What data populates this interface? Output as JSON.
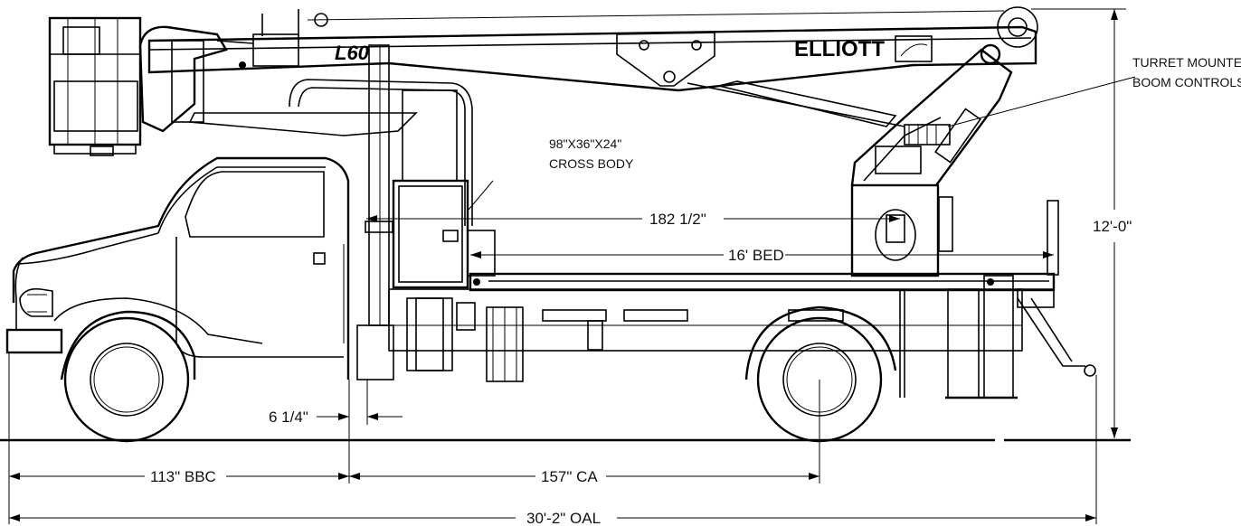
{
  "vehicle": {
    "boom_model": "L60",
    "brand": "ELLIOTT"
  },
  "callouts": {
    "turret_line1": "TURRET MOUNTED",
    "turret_line2": "BOOM CONTROLS",
    "crossbody_line1": "98\"X36\"X24\"",
    "crossbody_line2": "CROSS BODY"
  },
  "dimensions": {
    "boom_reach": "182 1/2\"",
    "bed_length": "16' BED",
    "overall_height": "12'-0\"",
    "offset": "6 1/4\"",
    "bbc": "113\" BBC",
    "ca": "157\" CA",
    "oal": "30'-2\" OAL"
  }
}
